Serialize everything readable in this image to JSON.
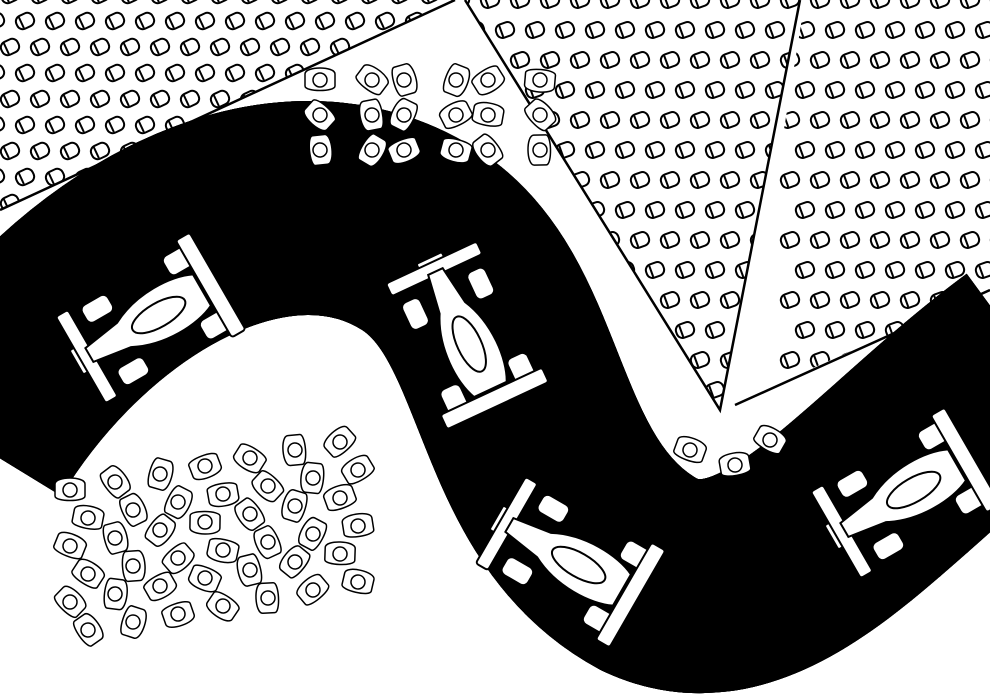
{
  "scene": {
    "subject": "race-track-coloring-page",
    "line_color": "#000000",
    "fill_color": "#ffffff",
    "car_count": 4,
    "grandstand_count": 3
  }
}
